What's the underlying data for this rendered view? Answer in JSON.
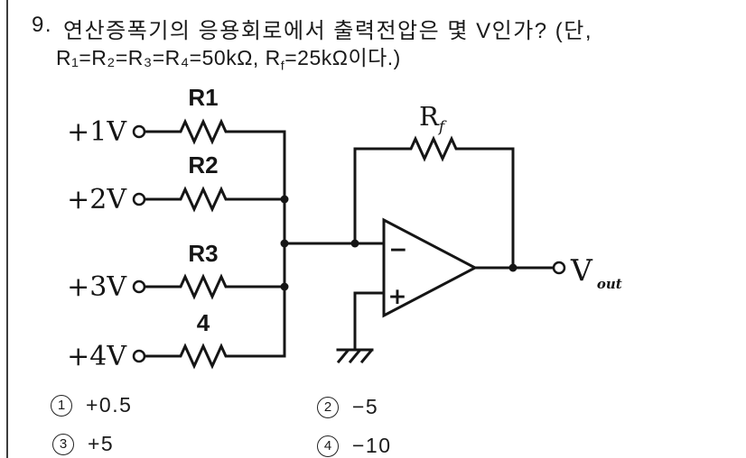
{
  "question": {
    "number": "9.",
    "line1": "연산증폭기의 응용회로에서 출력전압은 몇 V인가? (단,",
    "line2": {
      "prefix": "R₁=R₂=R₃=R₄=50kΩ, R",
      "sub": "f",
      "suffix": "=25kΩ이다.)"
    }
  },
  "circuit": {
    "inputs": [
      {
        "voltage": "+1V",
        "resistor": "R1"
      },
      {
        "voltage": "+2V",
        "resistor": "R2"
      },
      {
        "voltage": "+3V",
        "resistor": "R3"
      },
      {
        "voltage": "+4V",
        "resistor": "4"
      }
    ],
    "feedback_resistor": {
      "base": "R",
      "sub": "f"
    },
    "opamp": {
      "inverting_label": "−",
      "noninverting_label": "+"
    },
    "output": {
      "base": "V",
      "sub": "out"
    }
  },
  "choices": [
    {
      "number": "1",
      "label": "+0.5"
    },
    {
      "number": "2",
      "label": "−5"
    },
    {
      "number": "3",
      "label": "+5"
    },
    {
      "number": "4",
      "label": "−10"
    }
  ],
  "colors": {
    "ink": "#1a1a1a",
    "paper": "#ffffff",
    "rule": "#3c3c3c"
  }
}
